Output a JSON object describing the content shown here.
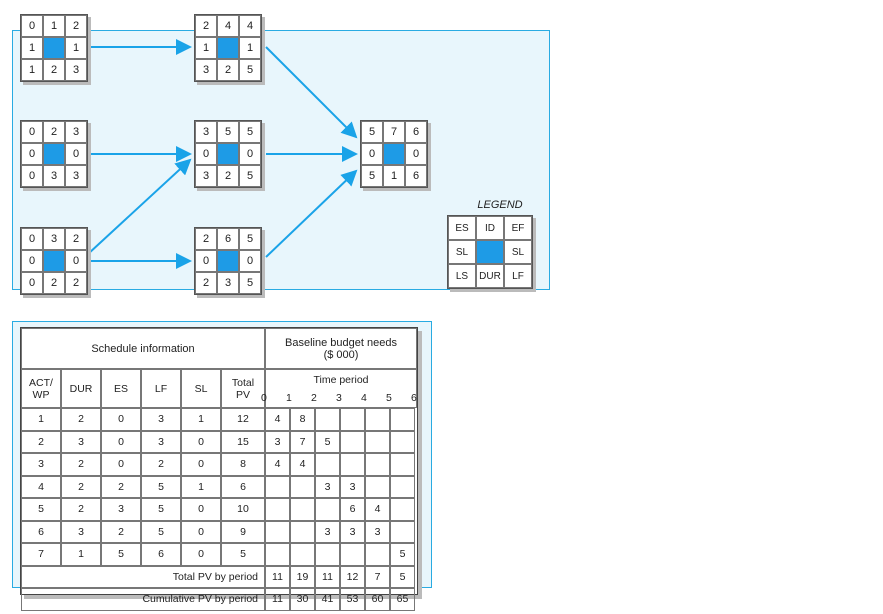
{
  "network": {
    "nodes": [
      {
        "es": "0",
        "id": "1",
        "ef": "2",
        "sl_left": "1",
        "sl_right": "1",
        "ls": "1",
        "dur": "2",
        "lf": "3"
      },
      {
        "es": "2",
        "id": "4",
        "ef": "4",
        "sl_left": "1",
        "sl_right": "1",
        "ls": "3",
        "dur": "2",
        "lf": "5"
      },
      {
        "es": "0",
        "id": "2",
        "ef": "3",
        "sl_left": "0",
        "sl_right": "0",
        "ls": "0",
        "dur": "3",
        "lf": "3"
      },
      {
        "es": "3",
        "id": "5",
        "ef": "5",
        "sl_left": "0",
        "sl_right": "0",
        "ls": "3",
        "dur": "2",
        "lf": "5"
      },
      {
        "es": "0",
        "id": "3",
        "ef": "2",
        "sl_left": "0",
        "sl_right": "0",
        "ls": "0",
        "dur": "2",
        "lf": "2"
      },
      {
        "es": "2",
        "id": "6",
        "ef": "5",
        "sl_left": "0",
        "sl_right": "0",
        "ls": "2",
        "dur": "3",
        "lf": "5"
      },
      {
        "es": "5",
        "id": "7",
        "ef": "6",
        "sl_left": "0",
        "sl_right": "0",
        "ls": "5",
        "dur": "1",
        "lf": "6"
      }
    ]
  },
  "legend": {
    "title": "LEGEND",
    "cells": [
      "ES",
      "ID",
      "EF",
      "SL",
      "",
      "SL",
      "LS",
      "DUR",
      "LF"
    ]
  },
  "table": {
    "schedule_header": "Schedule information",
    "budget_header": "Baseline budget needs",
    "budget_unit": "($ 000)",
    "time_period_label": "Time period",
    "columns": [
      "ACT/\nWP",
      "DUR",
      "ES",
      "LF",
      "SL",
      "Total\nPV"
    ],
    "periods": [
      "0",
      "1",
      "2",
      "3",
      "4",
      "5",
      "6"
    ],
    "rows": [
      {
        "act": "1",
        "dur": "2",
        "es": "0",
        "lf": "3",
        "sl": "1",
        "pv": "12",
        "period_values": [
          "4",
          "8",
          "",
          "",
          "",
          ""
        ]
      },
      {
        "act": "2",
        "dur": "3",
        "es": "0",
        "lf": "3",
        "sl": "0",
        "pv": "15",
        "period_values": [
          "3",
          "7",
          "5",
          "",
          "",
          ""
        ]
      },
      {
        "act": "3",
        "dur": "2",
        "es": "0",
        "lf": "2",
        "sl": "0",
        "pv": "8",
        "period_values": [
          "4",
          "4",
          "",
          "",
          "",
          ""
        ]
      },
      {
        "act": "4",
        "dur": "2",
        "es": "2",
        "lf": "5",
        "sl": "1",
        "pv": "6",
        "period_values": [
          "",
          "",
          "3",
          "3",
          "",
          ""
        ]
      },
      {
        "act": "5",
        "dur": "2",
        "es": "3",
        "lf": "5",
        "sl": "0",
        "pv": "10",
        "period_values": [
          "",
          "",
          "",
          "6",
          "4",
          ""
        ]
      },
      {
        "act": "6",
        "dur": "3",
        "es": "2",
        "lf": "5",
        "sl": "0",
        "pv": "9",
        "period_values": [
          "",
          "",
          "3",
          "3",
          "3",
          ""
        ]
      },
      {
        "act": "7",
        "dur": "1",
        "es": "5",
        "lf": "6",
        "sl": "0",
        "pv": "5",
        "period_values": [
          "",
          "",
          "",
          "",
          "",
          "5"
        ]
      }
    ],
    "total_label": "Total PV by period",
    "total_values": [
      "11",
      "19",
      "11",
      "12",
      "7",
      "5"
    ],
    "cumulative_label": "Cumulative PV by period",
    "cumulative_values": [
      "11",
      "30",
      "41",
      "53",
      "60",
      "65"
    ]
  },
  "colors": {
    "accent": "#29abe2",
    "id_cell": "#1e9be6",
    "arrow": "#1aa3e8",
    "panel_fill": "#e8f6fc"
  }
}
